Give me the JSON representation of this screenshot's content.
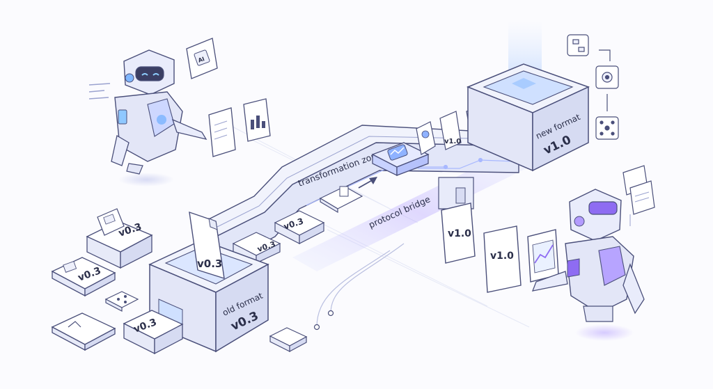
{
  "old_box": {
    "title": "old format",
    "version": "v0.3"
  },
  "new_box": {
    "title": "new format",
    "version": "v1.0"
  },
  "bridge": {
    "label_top": "transformation zone",
    "label_side": "protocol bridge"
  },
  "robot_left": {
    "chip_label": "AI"
  },
  "doc_labels": {
    "old_version": "v0.3",
    "new_version": "v1.0"
  },
  "colors": {
    "outline": "#4a4f7a",
    "face_top": "#eef0fb",
    "face_left": "#e3e6f7",
    "face_right": "#d6dbf2",
    "accent_blue": "#7fb6ff",
    "accent_purple": "#8e6cf2",
    "glow": "#b9c9ff",
    "doc": "#ffffff"
  }
}
